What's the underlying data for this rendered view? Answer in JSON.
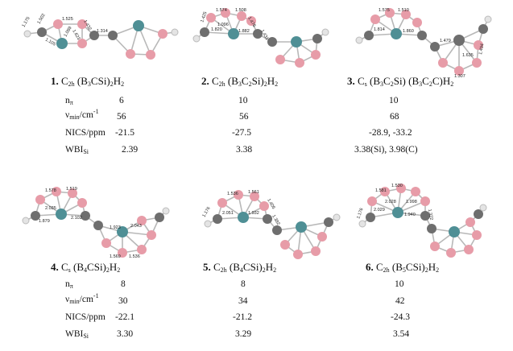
{
  "structures": [
    {
      "number": "1.",
      "formula_pre": "C",
      "formula_pre_sub": "2h",
      "formula_body": " (B",
      "parts": [
        [
          "3",
          ""
        ],
        [
          "",
          "CSi)"
        ],
        [
          "2",
          ""
        ],
        [
          "",
          "H"
        ],
        [
          "2",
          ""
        ]
      ],
      "nucleus_sub": "",
      "n_pi": "6",
      "v_min": "56",
      "nics": "-21.5",
      "wbi": "2.39",
      "bond_labels": [
        "1.175",
        "1.502",
        "1.525",
        "1.432",
        "1.314",
        "1.105",
        "1.089",
        "1.623"
      ]
    },
    {
      "number": "2.",
      "formula_pre": "C",
      "formula_pre_sub": "2h",
      "formula_body": " (B",
      "parts": [
        [
          "3",
          ""
        ],
        [
          "",
          "C"
        ],
        [
          "2",
          ""
        ],
        [
          "",
          "Si)"
        ],
        [
          "2",
          ""
        ],
        [
          "",
          "H"
        ],
        [
          "2",
          ""
        ]
      ],
      "n_pi": "10",
      "v_min": "56",
      "nics": "-27.5",
      "wbi": "3.38",
      "bond_labels": [
        "1.574",
        "1.508",
        "1.820",
        "1.882",
        "1.425",
        "1.096",
        "1.476",
        "1.431"
      ]
    },
    {
      "number": "3.",
      "formula_pre": "C",
      "formula_pre_sub": "s",
      "formula_body": " (B",
      "parts": [
        [
          "3",
          ""
        ],
        [
          "",
          "C"
        ],
        [
          "2",
          ""
        ],
        [
          "",
          "Si) (B"
        ],
        [
          "3",
          ""
        ],
        [
          "",
          "C"
        ],
        [
          "2",
          ""
        ],
        [
          "",
          "C)H"
        ],
        [
          "2",
          ""
        ]
      ],
      "n_pi": "10",
      "v_min": "68",
      "nics": "-28.9, -33.2",
      "wbi": "3.38(Si), 3.98(C)",
      "bond_labels": [
        "1.575",
        "1.510",
        "1.814",
        "1.860",
        "1.479",
        "1.635",
        "1.494",
        "1.307"
      ]
    },
    {
      "number": "4.",
      "formula_pre": "C",
      "formula_pre_sub": "s",
      "formula_body": " (B",
      "parts": [
        [
          "4",
          ""
        ],
        [
          "",
          "CSi)"
        ],
        [
          "2",
          ""
        ],
        [
          "",
          "H"
        ],
        [
          "2",
          ""
        ]
      ],
      "n_pi": "8",
      "v_min": "30",
      "nics": "-22.1",
      "wbi": "3.30",
      "bond_labels": [
        "1.578",
        "1.519",
        "2.035",
        "2.102",
        "1.923",
        "2.043",
        "1.879",
        "1.569",
        "1.536"
      ]
    },
    {
      "number": "5.",
      "formula_pre": "C",
      "formula_pre_sub": "2h",
      "formula_body": " (B",
      "parts": [
        [
          "4",
          ""
        ],
        [
          "",
          "CSi)"
        ],
        [
          "2",
          ""
        ],
        [
          "",
          "H"
        ],
        [
          "2",
          ""
        ]
      ],
      "n_pi": "8",
      "v_min": "34",
      "nics": "-21.2",
      "wbi": "3.29",
      "bond_labels": [
        "1.536",
        "1.561",
        "2.051",
        "1.932",
        "1.176",
        "1.405",
        "1.382"
      ]
    },
    {
      "number": "6.",
      "formula_pre": "C",
      "formula_pre_sub": "2h",
      "formula_body": " (B",
      "parts": [
        [
          "5",
          ""
        ],
        [
          "",
          "CSi)"
        ],
        [
          "2",
          ""
        ],
        [
          "",
          "H"
        ],
        [
          "2",
          ""
        ]
      ],
      "n_pi": "10",
      "v_min": "42",
      "nics": "-24.3",
      "wbi": "3.54",
      "bond_labels": [
        "1.530",
        "1.581",
        "2.029",
        "2.028",
        "1.998",
        "1.940",
        "1.176",
        "1.322"
      ]
    }
  ],
  "row_labels": {
    "n_pi_main": "n",
    "n_pi_sub": "π",
    "v_min_main": "ν",
    "v_min_sub": "min",
    "v_min_unit": "/cm",
    "v_min_sup": "-1",
    "nics": "NICS/ppm",
    "wbi_main": "WBI",
    "wbi_sub": "Si"
  },
  "colors": {
    "boron": "#e79ca8",
    "carbon": "#6e6e6e",
    "silicon": "#4f8f95",
    "hydrogen": "#e4e4e4"
  }
}
